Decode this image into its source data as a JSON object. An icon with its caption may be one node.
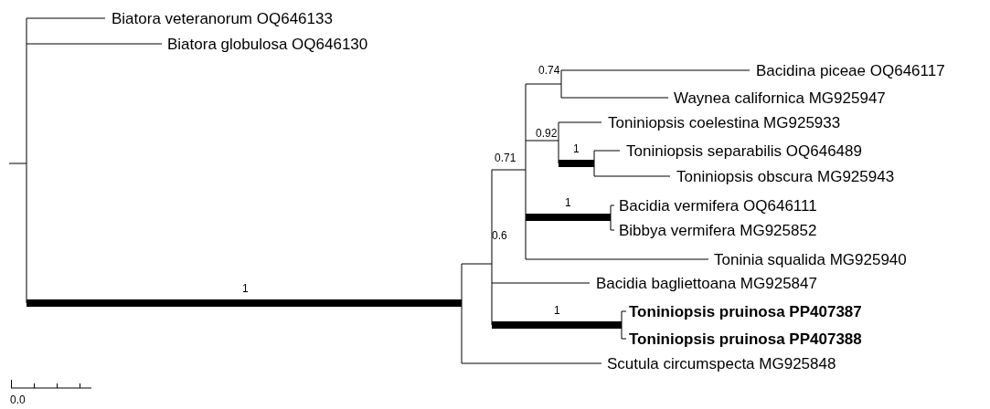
{
  "diagram": {
    "labels": [
      "Biatora veteranorum OQ646133",
      "Biatora globulosa OQ646130",
      "0.74",
      "Bacidina piceae OQ646117",
      "Waynea californica MG925947",
      "0.92",
      "Toniniopsis coelestina MG925933",
      "1",
      "Toniniopsis separabilis OQ646489",
      "0.71",
      "Toniniopsis obscura MG925943",
      "1",
      "Bacidia vermifera OQ646111",
      "Bibbya vermifera MG925852",
      "0.6",
      "Toninia squalida MG925940",
      "1",
      "Bacidia bagliettoana MG925847",
      "1",
      "Toniniopsis pruinosa PP407387",
      "Toniniopsis pruinosa PP407388",
      "Scutula circumspecta MG925848",
      "0.0"
    ]
  }
}
